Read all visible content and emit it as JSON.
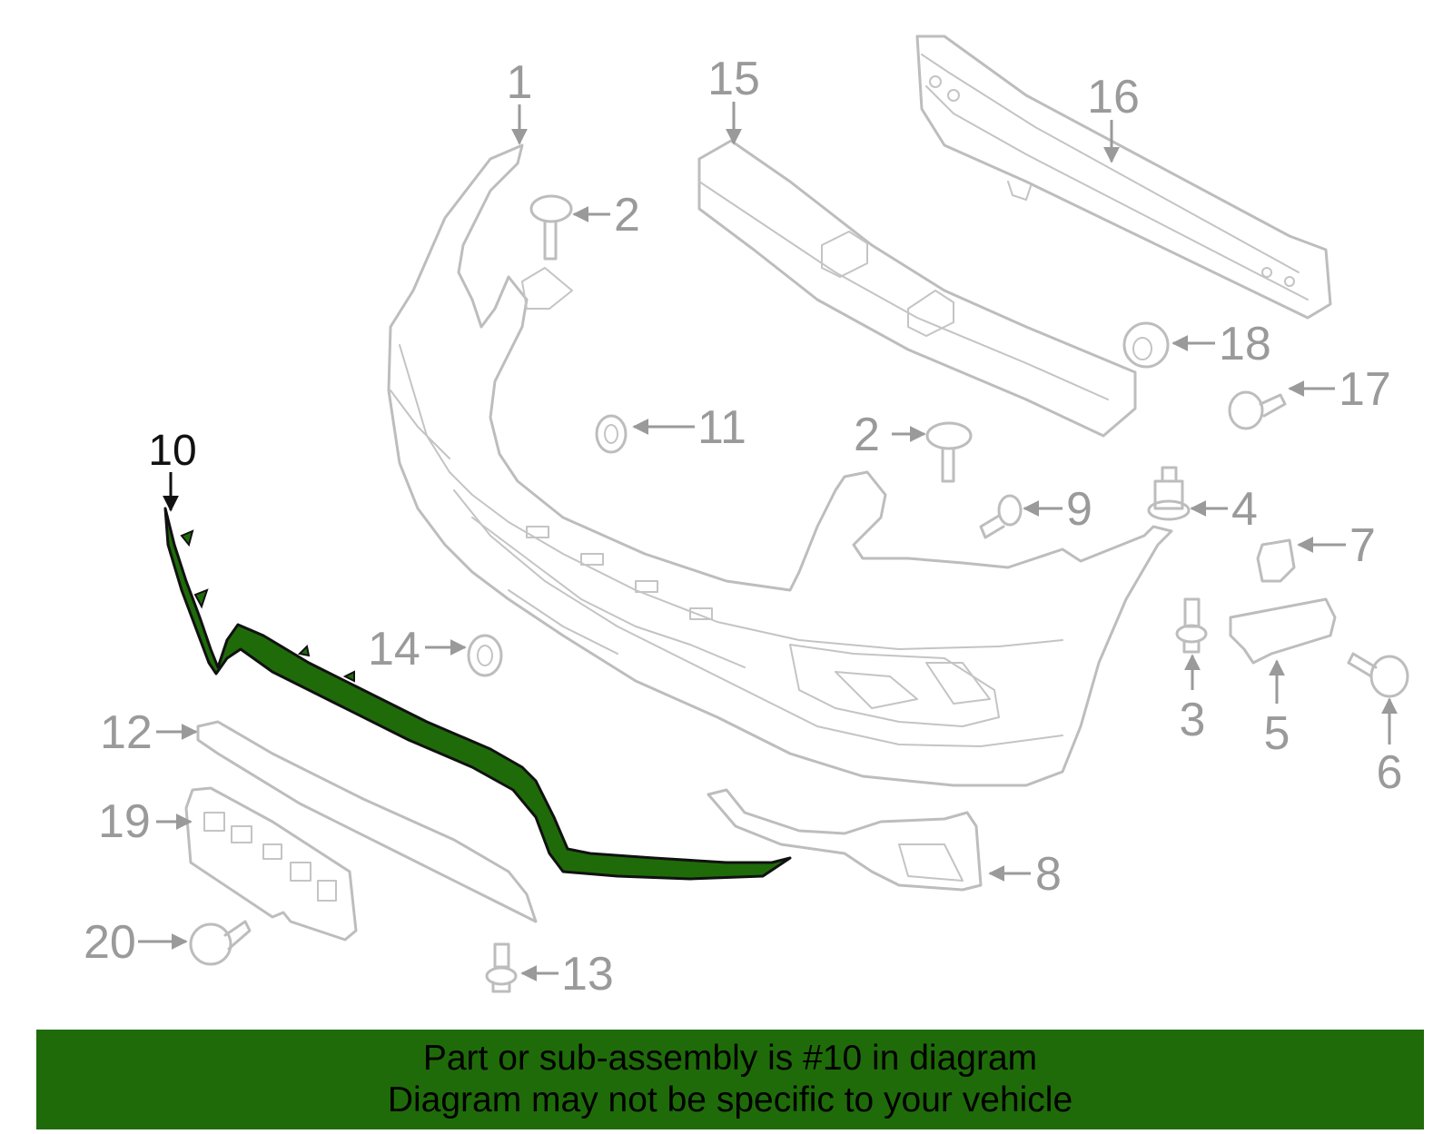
{
  "diagram": {
    "highlight_color": "#1f6b0a",
    "part_color": "#bdbdbd",
    "callouts": {
      "c1": "1",
      "c2a": "2",
      "c2b": "2",
      "c3": "3",
      "c4": "4",
      "c5": "5",
      "c6": "6",
      "c7": "7",
      "c8": "8",
      "c9": "9",
      "c10": "10",
      "c11": "11",
      "c12": "12",
      "c13": "13",
      "c14": "14",
      "c15": "15",
      "c16": "16",
      "c17": "17",
      "c18": "18",
      "c19": "19",
      "c20": "20"
    }
  },
  "banner": {
    "line1": "Part or sub-assembly is #10 in diagram",
    "line2": "Diagram may not be specific to your vehicle"
  }
}
